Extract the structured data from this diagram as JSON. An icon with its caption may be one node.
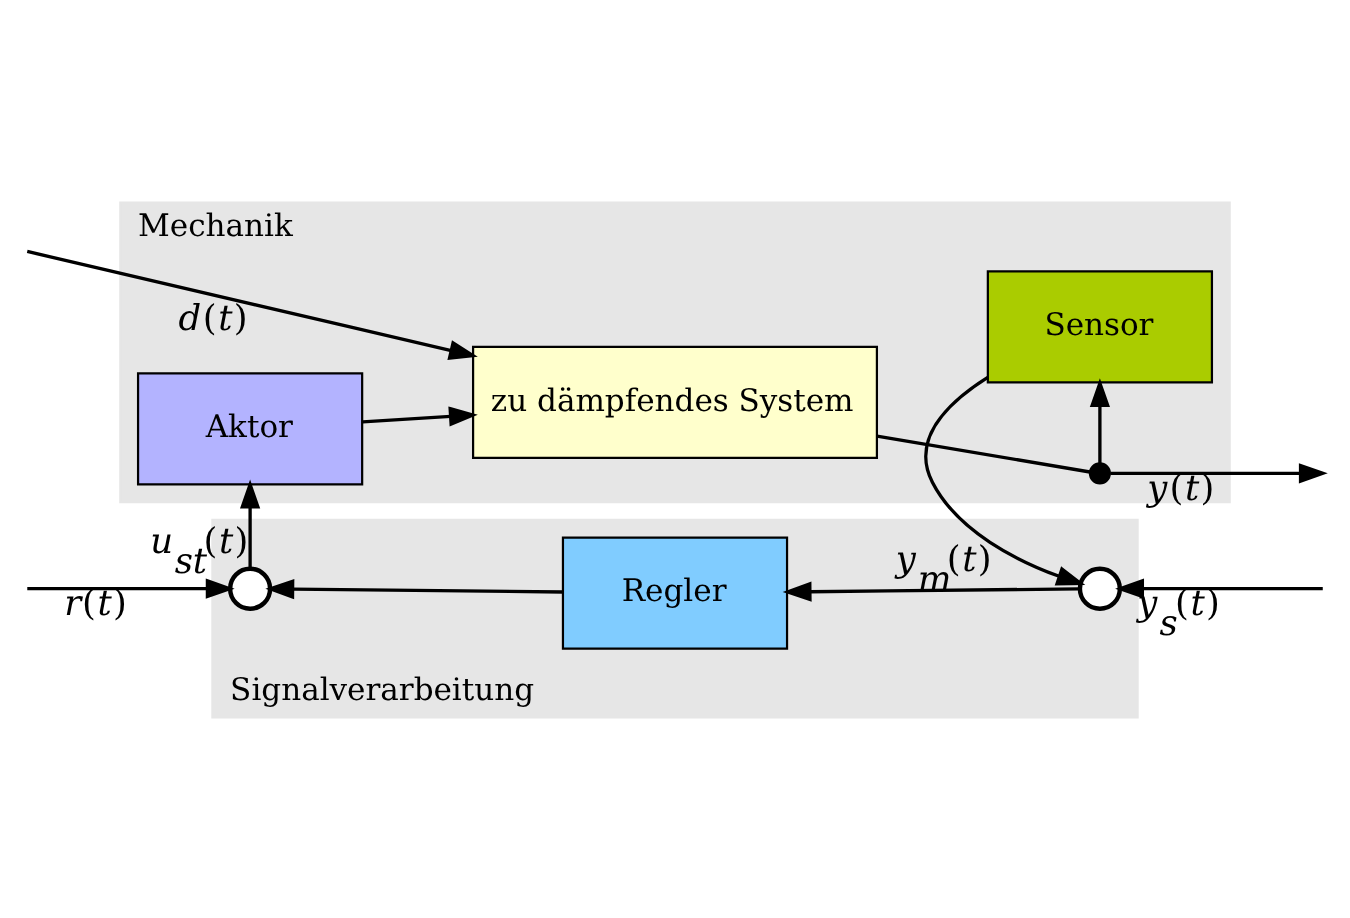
{
  "diagram": {
    "nodes": [
      {
        "text": [
          "Mechanik"
        ]
      },
      {
        "text": [
          "Signalverarbeitung"
        ]
      },
      {
        "text": [
          "zu dämpfendes System"
        ],
        "in": 0
      },
      {
        "text": [
          "Aktor"
        ],
        "in": 0
      },
      {
        "text": [
          "Sensor"
        ],
        "in": 0
      },
      {
        "text": [],
        "shape": "circle",
        "in": 0
      },
      {
        "text": [],
        "shape": "circle",
        "in": 1
      },
      {
        "text": [
          "Regler"
        ],
        "in": 1
      },
      {
        "text": [],
        "shape": "circle",
        "in": 1
      }
    ],
    "edges": [
      {
        "from": null,
        "to": 2,
        "arrow": "to",
        "label": "*d*(*t*)"
      },
      {
        "from": 2,
        "to": 5,
        "arrow": "none"
      },
      {
        "from": 5,
        "to": null,
        "arrow": "to",
        "label": "*y*(*t*)"
      },
      {
        "from": 5,
        "to": 4,
        "arrow": "to"
      },
      {
        "from": 4,
        "to": 8,
        "arrow": "to",
        "label": "*y*$_{m}$(*t*)"
      },
      {
        "from": null,
        "to": 8,
        "arrow": "to",
        "label": "*y*$_{s}$(*t*)"
      },
      {
        "from": 8,
        "to": 7,
        "arrow": "to"
      },
      {
        "from": 7,
        "to": 6,
        "arrow": "to"
      },
      {
        "from": null,
        "to": 6,
        "arrow": "to",
        "label": "*r*(*t*)"
      },
      {
        "from": 6,
        "to": 3,
        "arrow": "to",
        "label": "*u*$_{st}$(*t*)"
      },
      {
        "from": 3,
        "to": 2,
        "arrow": "to"
      }
    ]
  }
}
